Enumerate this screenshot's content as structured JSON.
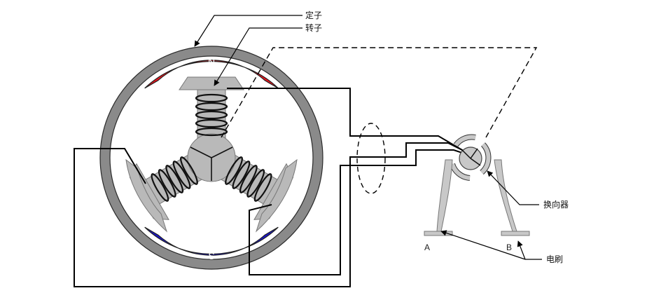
{
  "labels": {
    "stator": "定子",
    "rotor": "转子",
    "commutator": "换向器",
    "brush": "电刷",
    "north_pole": "N",
    "south_pole": "S",
    "brush_a": "A",
    "brush_b": "B"
  },
  "colors": {
    "stator_ring": "#8a8a8a",
    "north_pole": "#e8141c",
    "south_pole": "#1a16c8",
    "rotor": "#b9b9b9",
    "wire": "#000000"
  }
}
